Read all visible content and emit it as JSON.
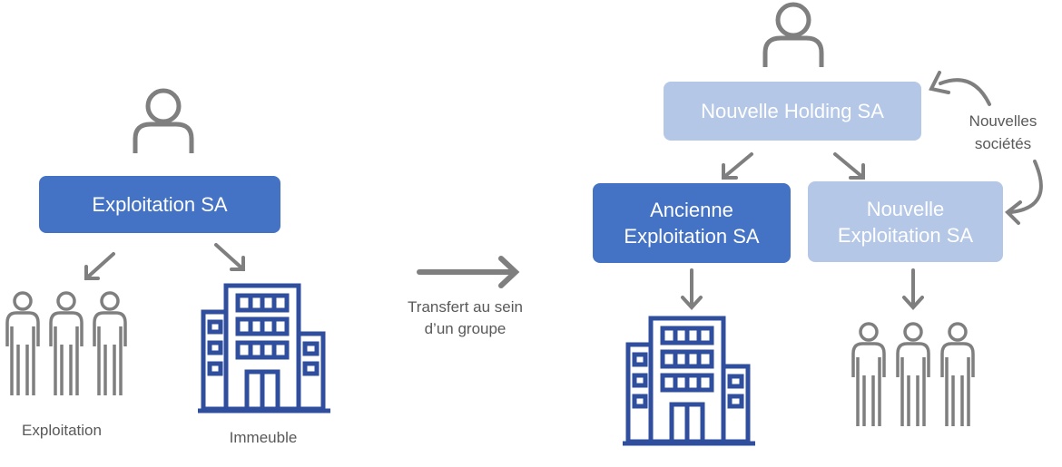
{
  "left": {
    "company": "Exploitation SA",
    "label_operation": "Exploitation",
    "label_building": "Immeuble"
  },
  "transition": {
    "label": "Transfert au sein\nd’un groupe"
  },
  "right": {
    "holding": "Nouvelle Holding SA",
    "old_company": "Ancienne\nExploitation SA",
    "new_company": "Nouvelle\nExploitation SA",
    "new_companies_note": "Nouvelles\nsociétés"
  },
  "colors": {
    "dark_box": "#4472c4",
    "light_box": "#b4c7e7",
    "building": "#2f4f9e",
    "person": "#7f7f7f",
    "arrow": "#7f7f7f"
  },
  "icons": [
    "person-icon",
    "building-icon",
    "arrow-icon"
  ]
}
